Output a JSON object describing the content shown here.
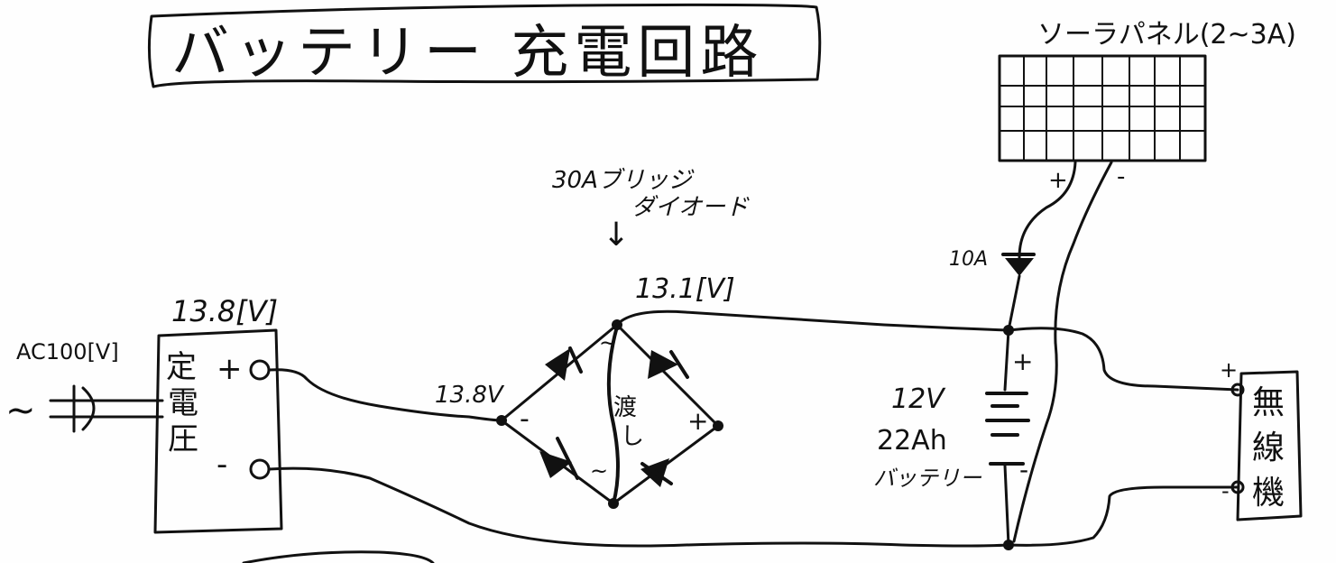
{
  "title": "バッテリー 充電回路",
  "solar_panel": {
    "label": "ソーラパネル(2~3A)",
    "plus": "+",
    "minus": "-"
  },
  "power_in": {
    "label": "AC100[V]",
    "symbol": "~"
  },
  "regulator": {
    "voltage": "13.8[V]",
    "name_lines": [
      "定",
      "電",
      "圧"
    ],
    "plus": "+",
    "minus": "-"
  },
  "bridge": {
    "callout_line1": "30Aブリッジ",
    "callout_line2": "ダイオード",
    "arrow": "↓",
    "out_voltage": "13.1[V]",
    "in_voltage": "13.8V",
    "minus": "-",
    "plus": "+",
    "jumper_label_1": "渡",
    "jumper_label_2": "し",
    "ac1": "~",
    "ac2": "~"
  },
  "diode": {
    "rating": "10A"
  },
  "battery": {
    "plus": "+",
    "minus": "-",
    "line1": "12V",
    "line2": "22Ah",
    "line3": "バッテリー"
  },
  "radio": {
    "name_lines": [
      "無",
      "線",
      "機"
    ],
    "plus": "+",
    "minus": "-"
  },
  "colors": {
    "ink": "#111111",
    "paper": "#fefefe"
  }
}
